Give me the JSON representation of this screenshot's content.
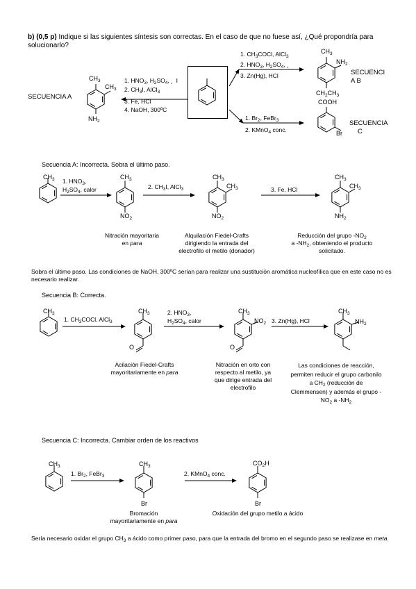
{
  "problem": {
    "label": "b) (0,5 p)",
    "text": "Indique si las siguientes síntesis son correctas. En el caso de que no fuese así, ¿Qué propondría para solucionarlo?"
  },
  "scheme": {
    "seq_a_label": "SECUENCIA A",
    "seq_a_steps": [
      "1. HNO3, H2SO4,",
      "2. CH3I, AlCl3",
      "3. Fe, HCl",
      "4. NaOH, 300ºC"
    ],
    "seq_b_label_1": "SECUENCI",
    "seq_b_label_2": "A B",
    "seq_b_steps": [
      "1. CH3COCl, AlCl3",
      "2. HNO3, H2SO4, ",
      "3. Zn(Hg), HCl"
    ],
    "seq_c_label_1": "SECUENCIA",
    "seq_c_label_2": "C",
    "seq_c_steps": [
      "1. Br2, FeBr3",
      "2. KMnO4 conc."
    ]
  },
  "chem": {
    "ch3": "CH3",
    "nh2": "NH2",
    "no2": "NO2",
    "br": "Br",
    "cooh": "COOH",
    "co2h": "CO2H",
    "ch2ch3": "CH2CH3",
    "o": "O"
  },
  "seq_a": {
    "title": "Secuencia A: Incorrecta. Sobra el último paso.",
    "step1_l1": "1. HNO3,",
    "step1_l2": "H2SO4, calor",
    "step2": "2. CH3I, AlCl3",
    "step3": "3. Fe, HCl",
    "caption1_l1": "Nitración mayoritaria",
    "caption1_l2a": "en",
    "caption1_l2b": "para",
    "caption2_l1": "Alquilación Fiedel-Crafts",
    "caption2_l2": "dirigiendo la entrada del",
    "caption2_l3": "electrofilo el metilo (donador)",
    "caption3_l1": "Reducción del grupo -NO2",
    "caption3_l2": "a -NH2, obteniendo el producto",
    "caption3_l3": "solicitado.",
    "note": "Sobra el último paso. Las condiciones de NaOH, 300ºC serían para realizar una sustitución aromática nucleofílica que en este caso no es necesario realizar."
  },
  "seq_b": {
    "title": "Secuencia B: Correcta.",
    "step1": "1. CH3COCl, AlCl3",
    "step2_l1": "2. HNO3,",
    "step2_l2": "H2SO4, calor",
    "step3": "3. Zn(Hg), HCl",
    "caption1_l1": "Acilación Fiedel-Crafts",
    "caption1_l2a": "mayoritariamente en",
    "caption1_l2b": "para",
    "caption2_l1": "Nitración en orto con",
    "caption2_l2": "respecto al metilo, ya",
    "caption2_l3": "que dirige entrada del",
    "caption2_l4": "electrofilo",
    "caption3_l1": "Las condiciones de reacción,",
    "caption3_l2": "permiten reducir el grupo carbonilo",
    "caption3_l3": "a CH2 (reducción de",
    "caption3_l4": "Clemmensen) y además el grupo -",
    "caption3_l5": "NO2 a -NH2"
  },
  "seq_c": {
    "title": "Secuencia C: Incorrecta. Cambiar orden de los reactivos",
    "step1": "1. Br2, FeBr3",
    "step2": "2. KMnO4 conc.",
    "caption1_l1": "Bromación",
    "caption1_l2a": "mayoritariamente en",
    "caption1_l2b": "para",
    "caption2": "Oxidación del grupo metilo a ácido",
    "note_a": "Sería necesario oxidar el grupo CH3 a ácido como primer paso, para que la entrada del bromo en el segundo paso se realizase en",
    "note_b": "meta",
    "note_c": "."
  }
}
